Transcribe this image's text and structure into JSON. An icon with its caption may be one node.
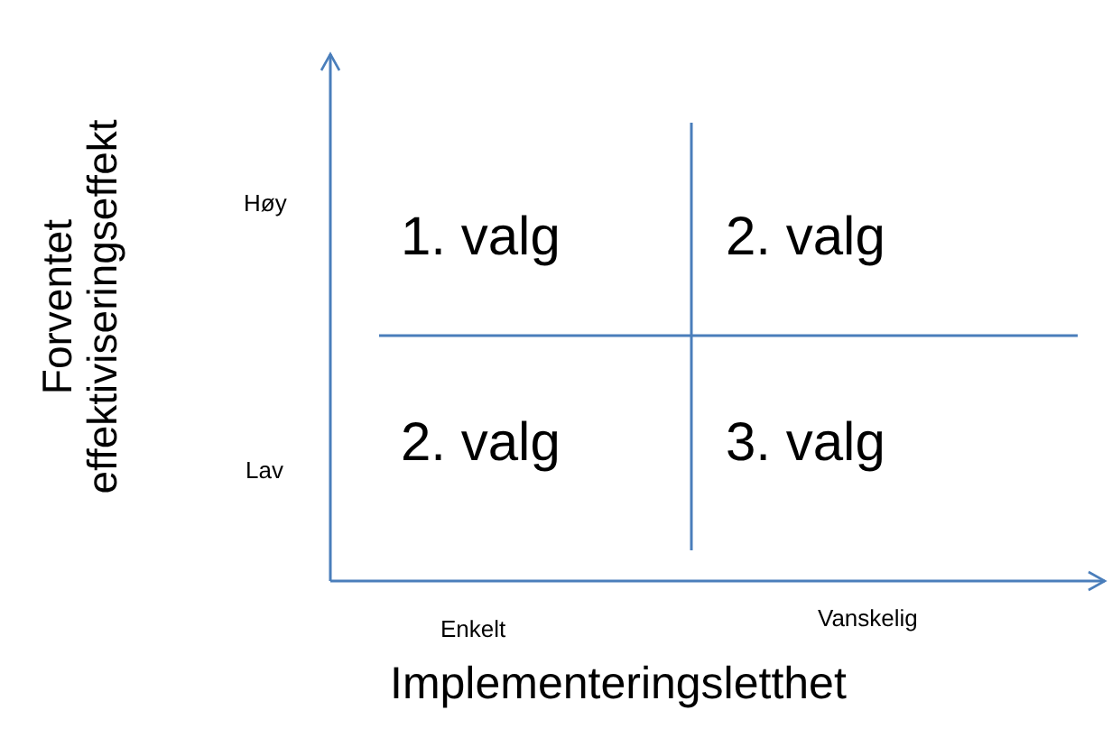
{
  "diagram": {
    "labels": [
      "Forventet effektiviseringseffekt",
      "Høy",
      "1. valg",
      "2. valg",
      "Lav",
      "2. valg",
      "3. valg",
      "Enkelt",
      "Vanskelig",
      "Implementeringsletthet"
    ]
  }
}
